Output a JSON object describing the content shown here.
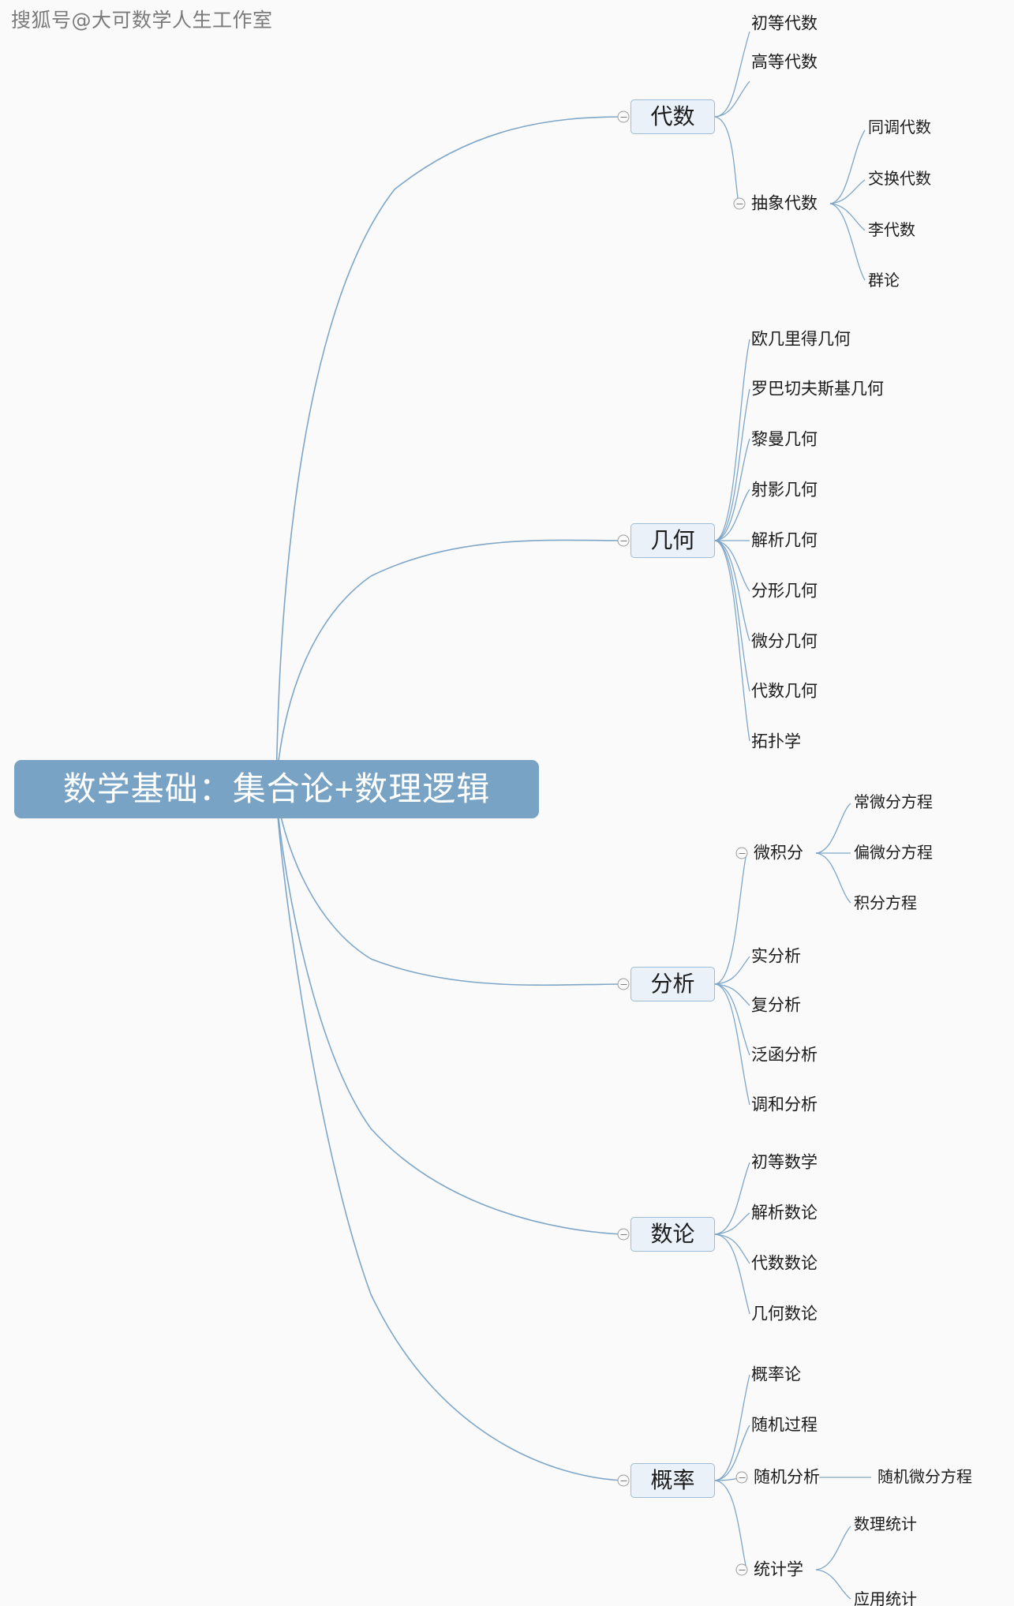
{
  "watermark": "搜狐号@大可数学人生工作室",
  "colors": {
    "background": "#fafafa",
    "root_fill": "#78a3c4",
    "root_text": "#ffffff",
    "branch_fill": "#eaf1f8",
    "branch_border": "#9dbdd8",
    "edge": "#7ea6c8",
    "leaf_text": "#1b1b1b",
    "collapse_border": "#9b9b9b"
  },
  "root": {
    "label": "数学基础：集合论+数理逻辑"
  },
  "branches": [
    {
      "id": "algebra",
      "label": "代数",
      "children": [
        {
          "label": "初等代数",
          "children": []
        },
        {
          "label": "高等代数",
          "children": []
        },
        {
          "label": "抽象代数",
          "children": [
            {
              "label": "同调代数"
            },
            {
              "label": "交换代数"
            },
            {
              "label": "李代数"
            },
            {
              "label": "群论"
            }
          ]
        }
      ]
    },
    {
      "id": "geometry",
      "label": "几何",
      "children": [
        {
          "label": "欧几里得几何",
          "children": []
        },
        {
          "label": "罗巴切夫斯基几何",
          "children": []
        },
        {
          "label": "黎曼几何",
          "children": []
        },
        {
          "label": "射影几何",
          "children": []
        },
        {
          "label": "解析几何",
          "children": []
        },
        {
          "label": "分形几何",
          "children": []
        },
        {
          "label": "微分几何",
          "children": []
        },
        {
          "label": "代数几何",
          "children": []
        },
        {
          "label": "拓扑学",
          "children": []
        }
      ]
    },
    {
      "id": "analysis",
      "label": "分析",
      "children": [
        {
          "label": "微积分",
          "children": [
            {
              "label": "常微分方程"
            },
            {
              "label": "偏微分方程"
            },
            {
              "label": "积分方程"
            }
          ]
        },
        {
          "label": "实分析",
          "children": []
        },
        {
          "label": "复分析",
          "children": []
        },
        {
          "label": "泛函分析",
          "children": []
        },
        {
          "label": "调和分析",
          "children": []
        }
      ]
    },
    {
      "id": "number-theory",
      "label": "数论",
      "children": [
        {
          "label": "初等数学",
          "children": []
        },
        {
          "label": "解析数论",
          "children": []
        },
        {
          "label": "代数数论",
          "children": []
        },
        {
          "label": "几何数论",
          "children": []
        }
      ]
    },
    {
      "id": "probability",
      "label": "概率",
      "children": [
        {
          "label": "概率论",
          "children": []
        },
        {
          "label": "随机过程",
          "children": []
        },
        {
          "label": "随机分析",
          "children": [
            {
              "label": "随机微分方程"
            }
          ]
        },
        {
          "label": "统计学",
          "children": [
            {
              "label": "数理统计"
            },
            {
              "label": "应用统计"
            }
          ]
        }
      ]
    }
  ]
}
